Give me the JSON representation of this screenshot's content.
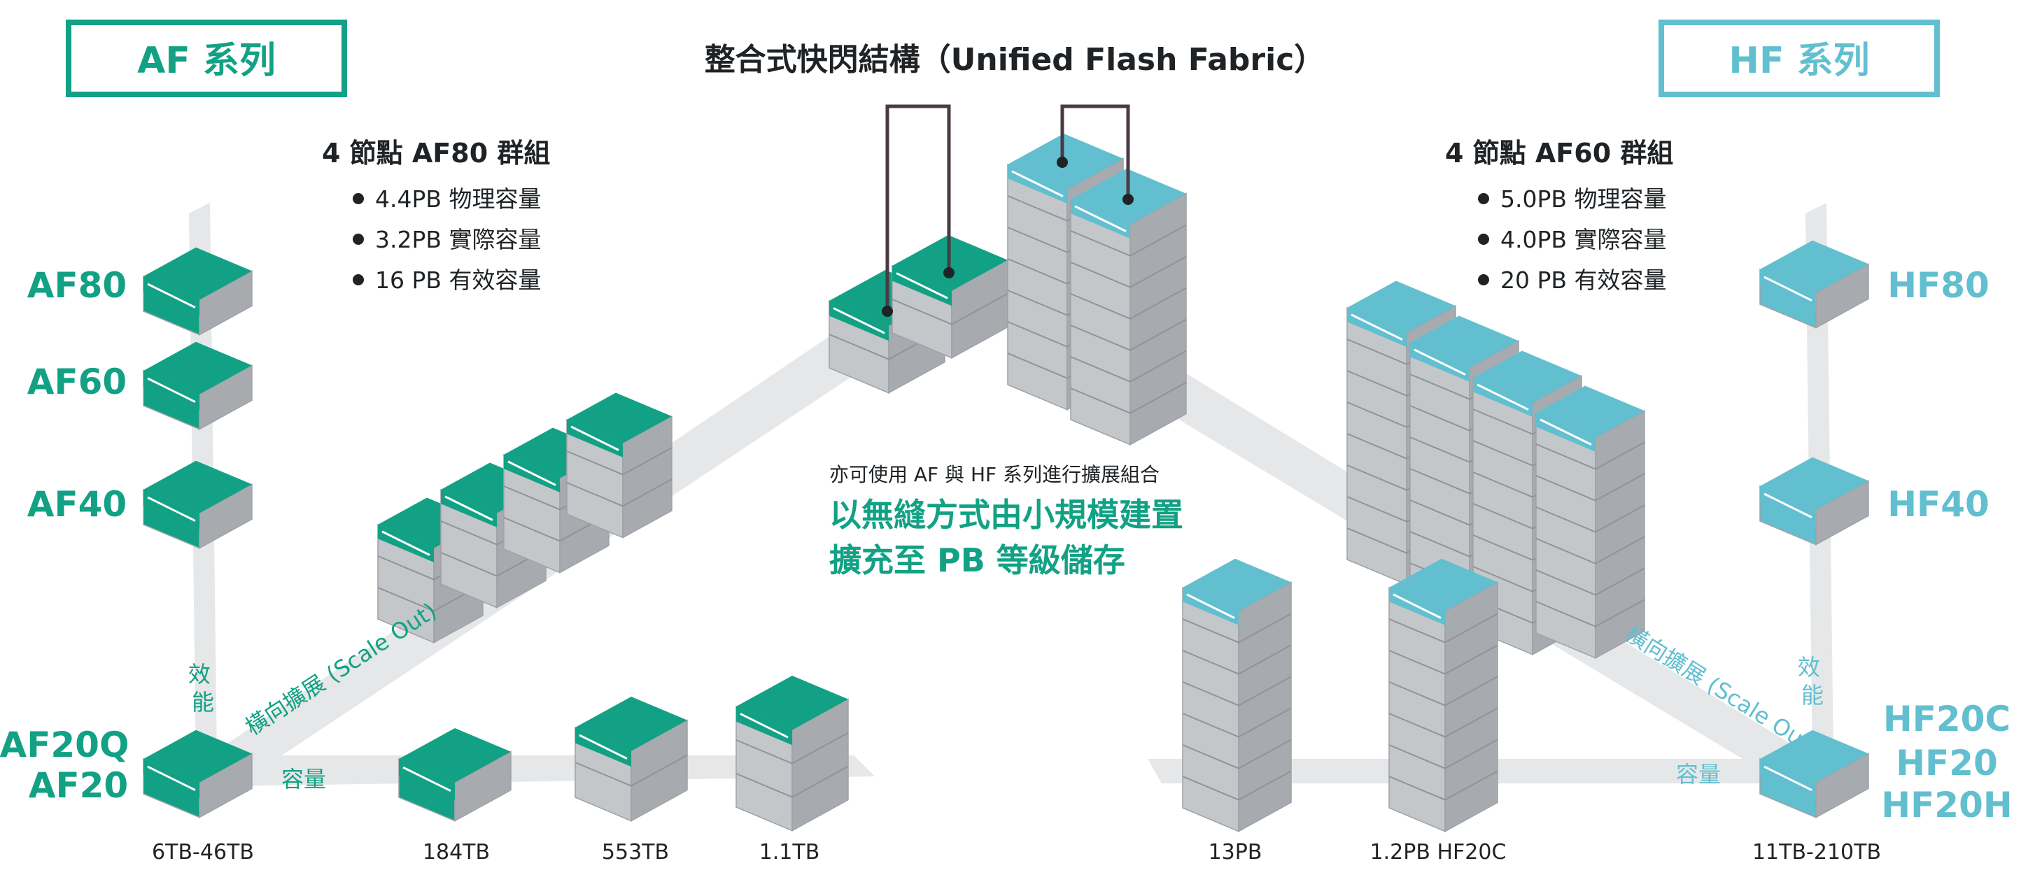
{
  "headers": {
    "af_series": "AF 系列",
    "hf_series": "HF 系列",
    "fabric_title": "整合式快閃結構（Unified Flash Fabric）"
  },
  "af_tiers": [
    "AF80",
    "AF60",
    "AF40",
    "AF20Q",
    "AF20"
  ],
  "hf_tiers": [
    "HF80",
    "HF40",
    "HF20C",
    "HF20",
    "HF20H"
  ],
  "af_cluster": {
    "title": "4 節點 AF80 群組",
    "specs": [
      "4.4PB 物理容量",
      "3.2PB 實際容量",
      "16 PB 有效容量"
    ]
  },
  "hf_cluster": {
    "title": "4 節點 AF60 群組",
    "specs": [
      "5.0PB 物理容量",
      "4.0PB 實際容量",
      "20 PB 有效容量"
    ]
  },
  "axis_labels": {
    "af_performance": "效能",
    "af_scale_out": "橫向擴展 (Scale Out)",
    "af_capacity": "容量",
    "hf_performance": "效能",
    "hf_scale_out": "橫向擴展 (Scale Out)",
    "hf_capacity": "容量"
  },
  "capacity_labels": {
    "af": [
      "6TB-46TB",
      "184TB",
      "553TB",
      "1.1TB"
    ],
    "hf": [
      "13PB",
      "1.2PB  HF20C",
      "11TB-210TB"
    ]
  },
  "center_text": {
    "note": "亦可使用 AF 與 HF 系列進行擴展組合",
    "line1": "以無縫方式由小規模建置",
    "line2": "擴充至 PB 等級儲存"
  },
  "colors": {
    "af_green": "#12a184",
    "af_green_dark": "#0d8a6f",
    "hf_cyan": "#62bfcf",
    "hf_cyan_light": "#8fd3de",
    "steel": "#b9bcbf",
    "track": "#e6e7e8",
    "text": "#1f2326"
  }
}
